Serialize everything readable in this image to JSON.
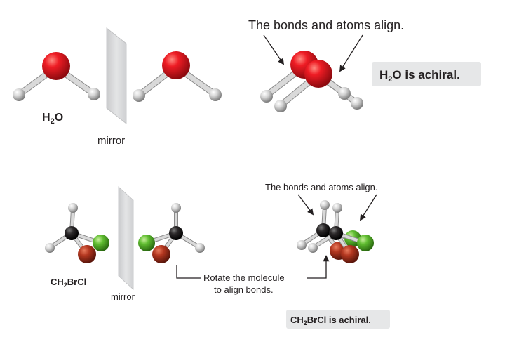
{
  "section_top": {
    "molecule_label_main": "H",
    "molecule_label_sub": "2",
    "molecule_label_tail": "O",
    "mirror_label": "mirror",
    "annotation": "The bonds and atoms align.",
    "badge_main": "H",
    "badge_sub": "2",
    "badge_tail": "O is achiral."
  },
  "section_bottom": {
    "molecule_label_main": "CH",
    "molecule_label_sub": "2",
    "molecule_label_tail": "BrCl",
    "mirror_label": "mirror",
    "annotation": "The bonds and atoms align.",
    "rotate_line1": "Rotate the molecule",
    "rotate_line2": "to align bonds.",
    "badge_main": "CH",
    "badge_sub": "2",
    "badge_tail": "BrCl is achiral."
  },
  "colors": {
    "oxygen": "#e3151d",
    "hydrogen": "#d0d0d0",
    "carbon": "#231f20",
    "bromine": "#a3301c",
    "chlorine": "#5db82f",
    "mirror": "#d9dadb"
  }
}
